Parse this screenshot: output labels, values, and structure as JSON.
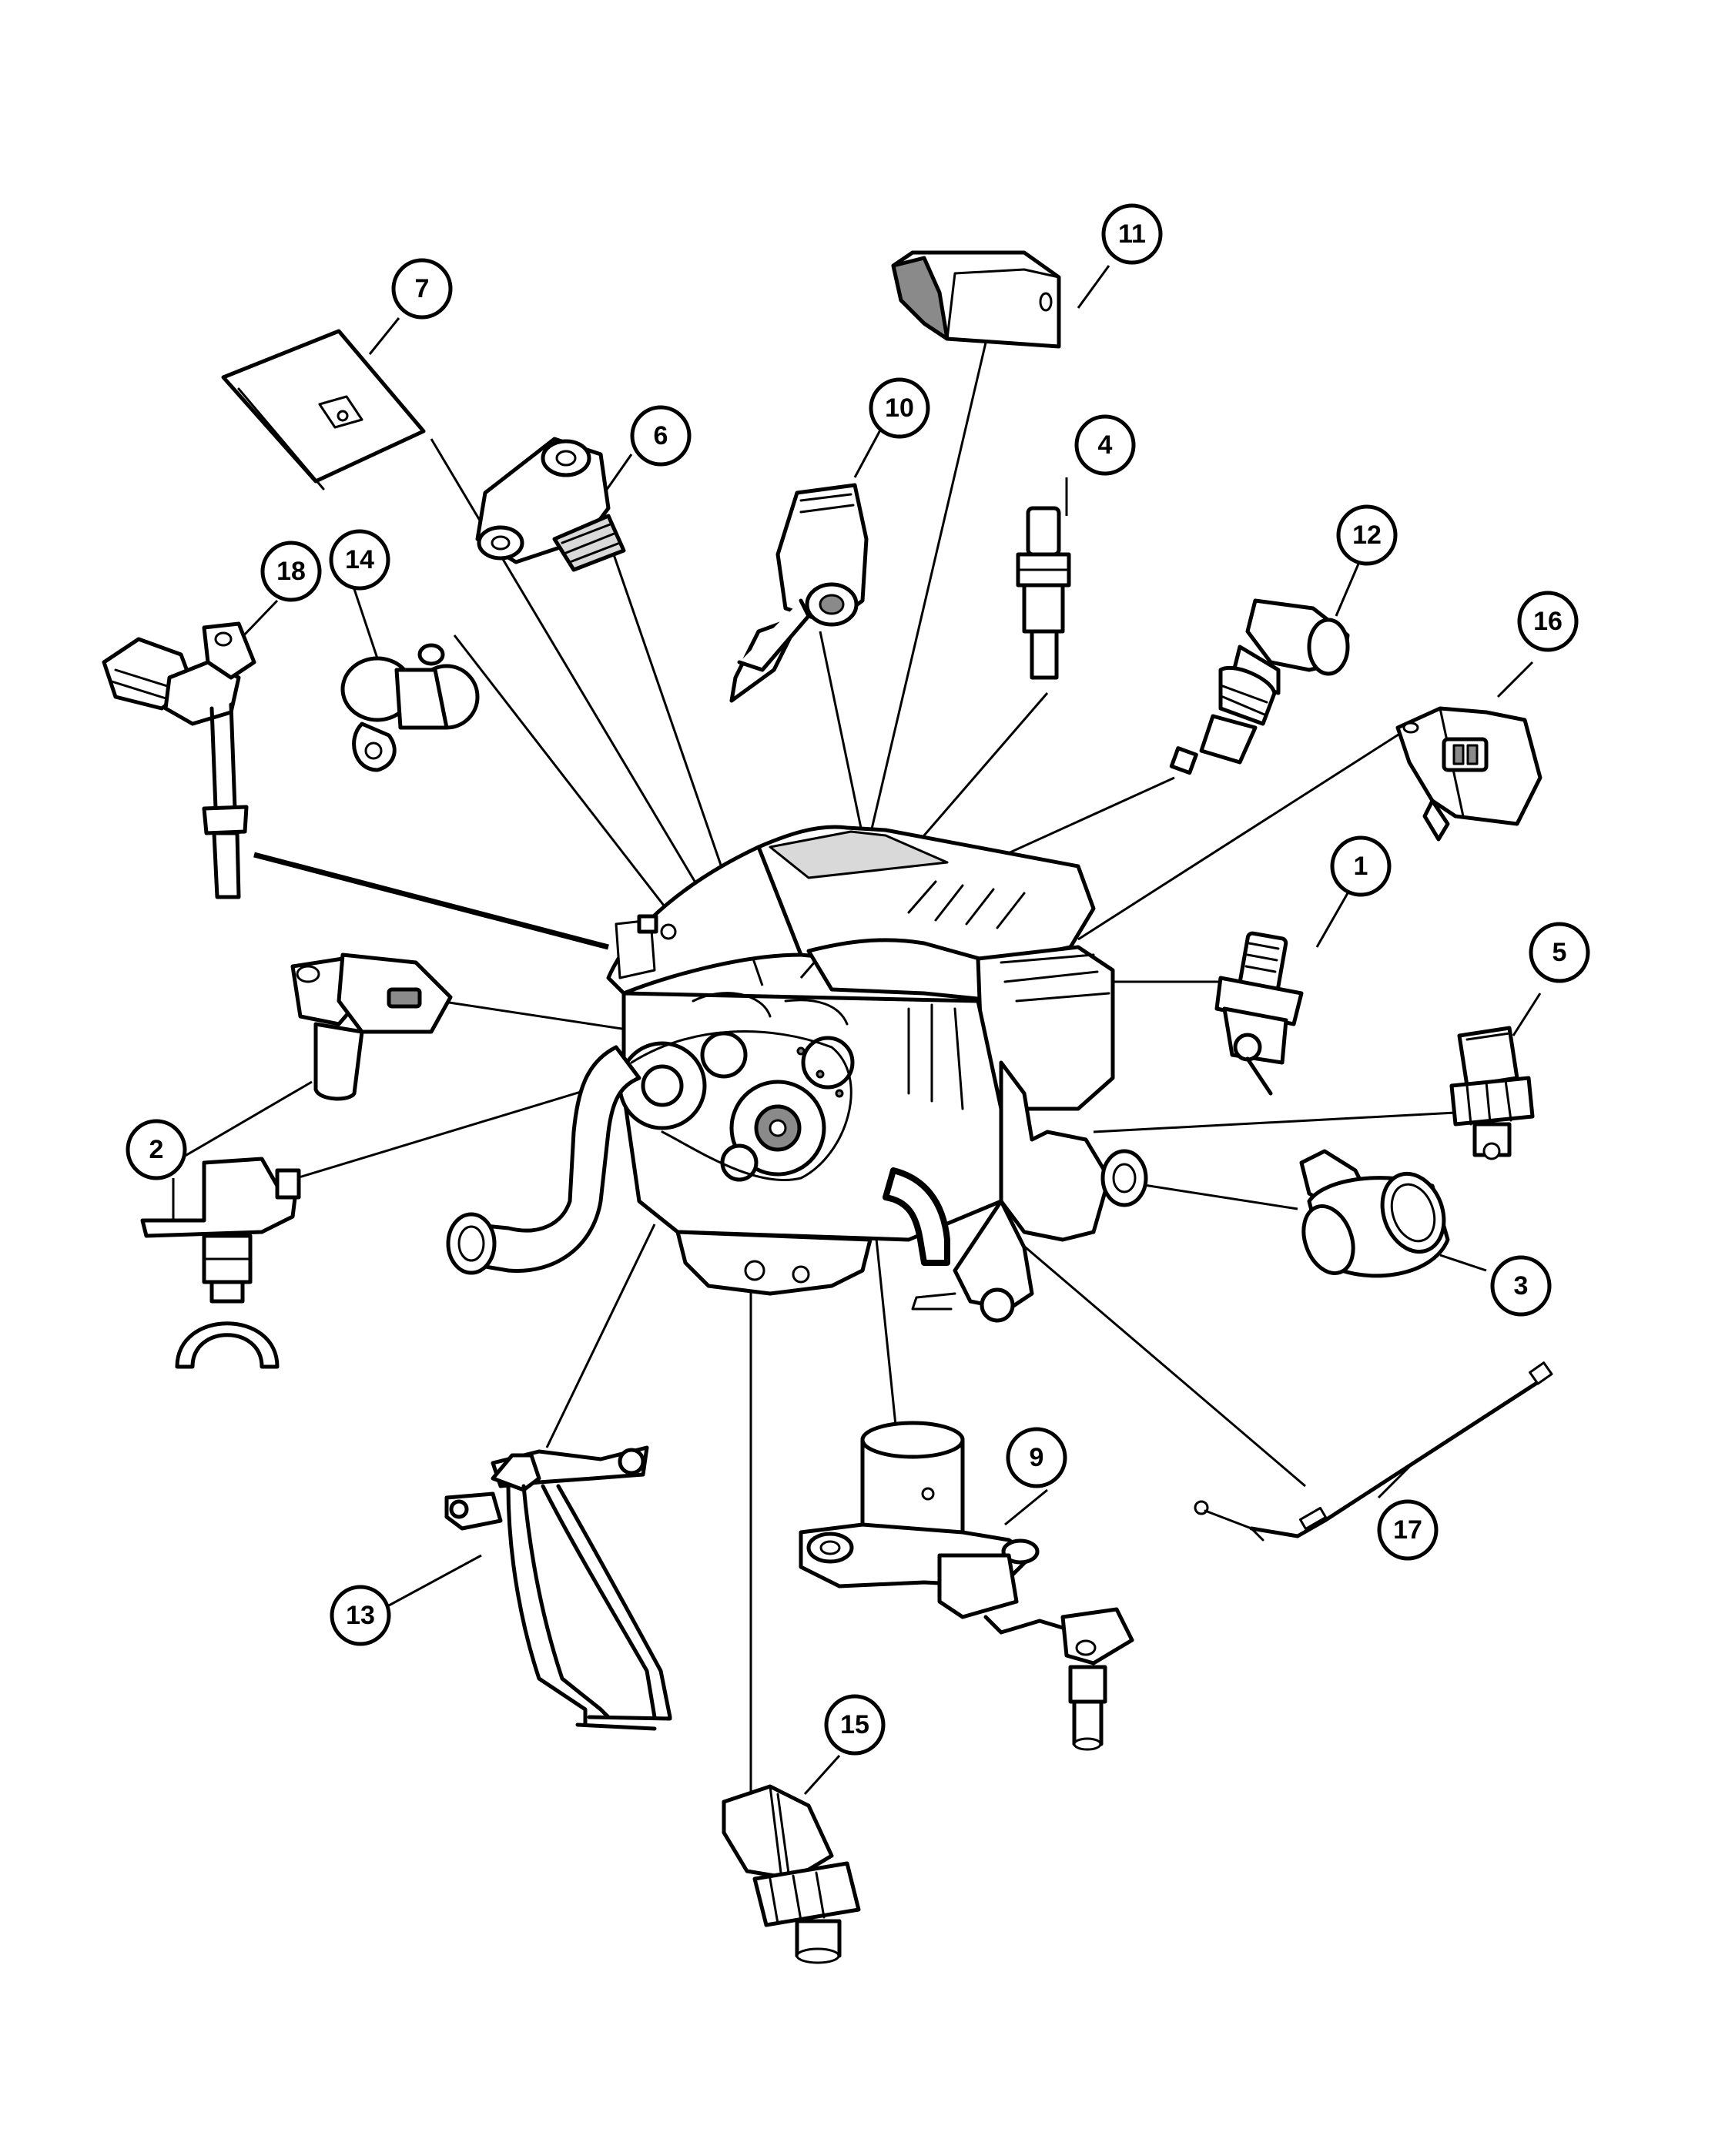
{
  "colors": {
    "ink": "#000000",
    "paper": "#ffffff"
  },
  "callouts": [
    {
      "id": "1",
      "label": "1"
    },
    {
      "id": "2",
      "label": "2"
    },
    {
      "id": "3",
      "label": "3"
    },
    {
      "id": "4",
      "label": "4"
    },
    {
      "id": "5",
      "label": "5"
    },
    {
      "id": "6",
      "label": "6"
    },
    {
      "id": "7",
      "label": "7"
    },
    {
      "id": "9",
      "label": "9"
    },
    {
      "id": "10",
      "label": "10"
    },
    {
      "id": "11",
      "label": "11"
    },
    {
      "id": "12",
      "label": "12"
    },
    {
      "id": "13",
      "label": "13"
    },
    {
      "id": "14",
      "label": "14"
    },
    {
      "id": "15",
      "label": "15"
    },
    {
      "id": "16",
      "label": "16"
    },
    {
      "id": "17",
      "label": "17"
    },
    {
      "id": "18",
      "label": "18"
    }
  ]
}
